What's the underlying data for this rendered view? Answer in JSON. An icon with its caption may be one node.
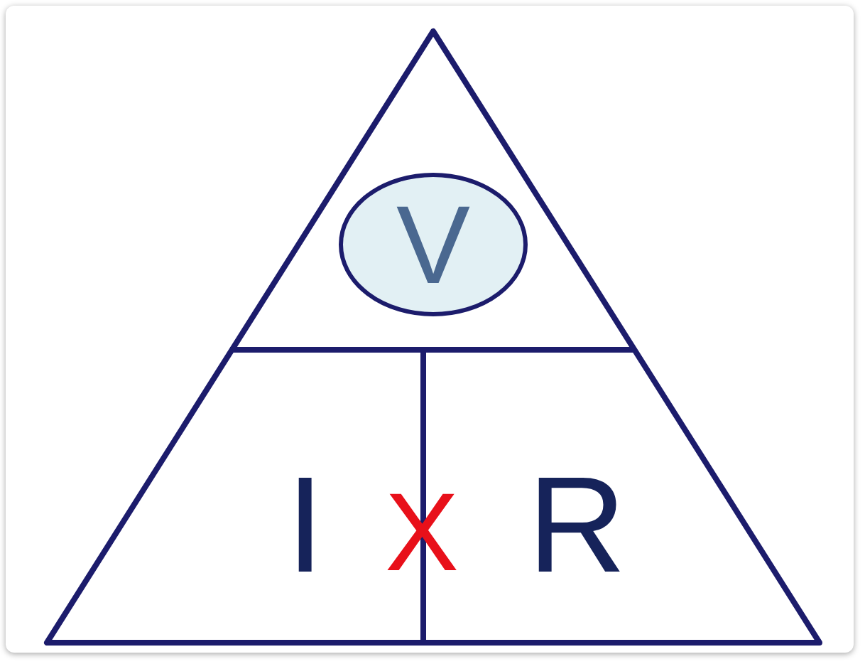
{
  "diagram": {
    "nodes": [
      {
        "text": [
          "V"
        ]
      }
    ],
    "edges": [],
    "labels": [
      "I",
      "X",
      "R"
    ]
  }
}
